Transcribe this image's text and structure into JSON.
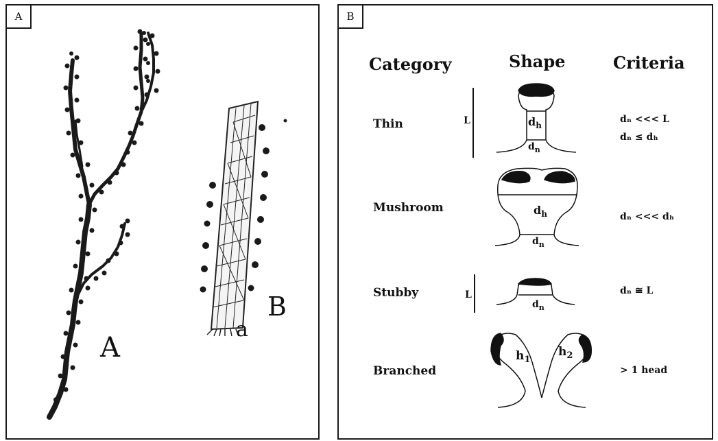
{
  "panel_a": {
    "tag": "A",
    "drawing_labels": {
      "dendrite_a": "A",
      "dendrite_b": "B",
      "point": "a"
    }
  },
  "panel_b": {
    "tag": "B",
    "headers": {
      "category": "Category",
      "shape": "Shape",
      "criteria": "Criteria"
    },
    "rows": [
      {
        "category": "Thin",
        "scale_label": "L",
        "criteria": [
          "dₙ <<< L",
          "dₙ  ≤   dₕ"
        ]
      },
      {
        "category": "Mushroom",
        "scale_label": "",
        "criteria": [
          "dₙ <<< dₕ"
        ]
      },
      {
        "category": "Stubby",
        "scale_label": "L",
        "criteria": [
          "dₙ   ≅   L"
        ]
      },
      {
        "category": "Branched",
        "scale_label": "",
        "criteria": [
          "> 1 head"
        ]
      }
    ],
    "shape_labels": {
      "neck_sub": "n",
      "head_sub": "h",
      "d": "d",
      "branch_h1": "h",
      "branch_h1_sub": "1",
      "branch_h2": "h",
      "branch_h2_sub": "2"
    }
  }
}
